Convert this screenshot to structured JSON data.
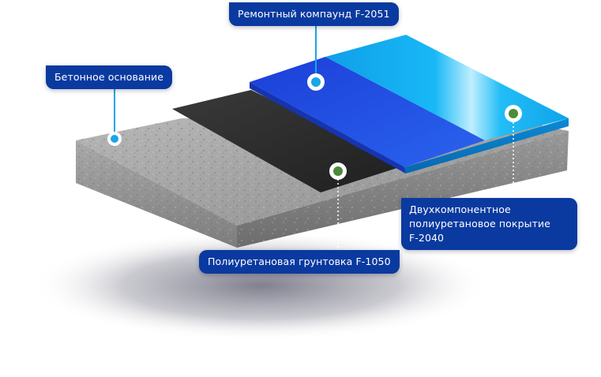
{
  "colors": {
    "callout_bg": "#0a3aa0",
    "concrete": "#9a9a9a",
    "primer": "#2c2c2c",
    "repair_compound": "#1f4fe0",
    "coating": "#12b2f0",
    "marker_blue": "#19a6e6",
    "marker_green": "#4c8a3c"
  },
  "layers": [
    {
      "id": "concrete",
      "label": "Бетонное основание",
      "marker": "blue"
    },
    {
      "id": "repair",
      "label": "Ремонтный компаунд F-2051",
      "marker": "blue"
    },
    {
      "id": "primer",
      "label": "Полиуретановая грунтовка F-1050",
      "marker": "green"
    },
    {
      "id": "coating",
      "label_lines": [
        "Двухкомпонентное",
        "полиуретановое покрытие",
        "F-2040"
      ],
      "marker": "green"
    }
  ]
}
